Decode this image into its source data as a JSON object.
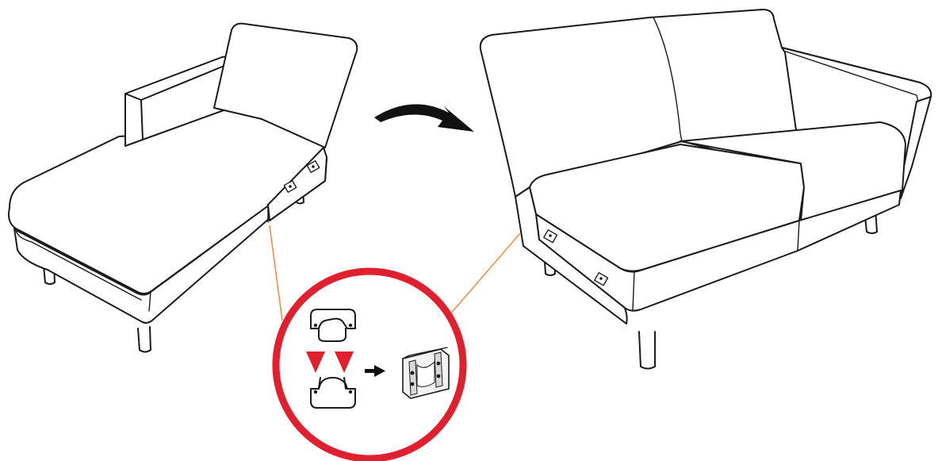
{
  "diagram": {
    "steps": [
      {
        "id": "chaise-section",
        "name": "chaise-lounge-section"
      },
      {
        "id": "loveseat-section",
        "name": "loveseat-section"
      }
    ],
    "connector": {
      "name": "curved-arrow",
      "direction": "right"
    },
    "detail": {
      "name": "connector-bracket-detail",
      "parts": [
        "top-bracket",
        "bottom-bracket",
        "assembled-bracket"
      ],
      "arrow_icons": [
        "red-triangle-down",
        "red-triangle-down",
        "black-arrow-right"
      ]
    },
    "colors": {
      "line": "#1a1a1a",
      "callout_ring": "#e0202e",
      "leader_line": "#f08a3c",
      "down_marker": "#e0202e",
      "background": "#ffffff"
    }
  }
}
